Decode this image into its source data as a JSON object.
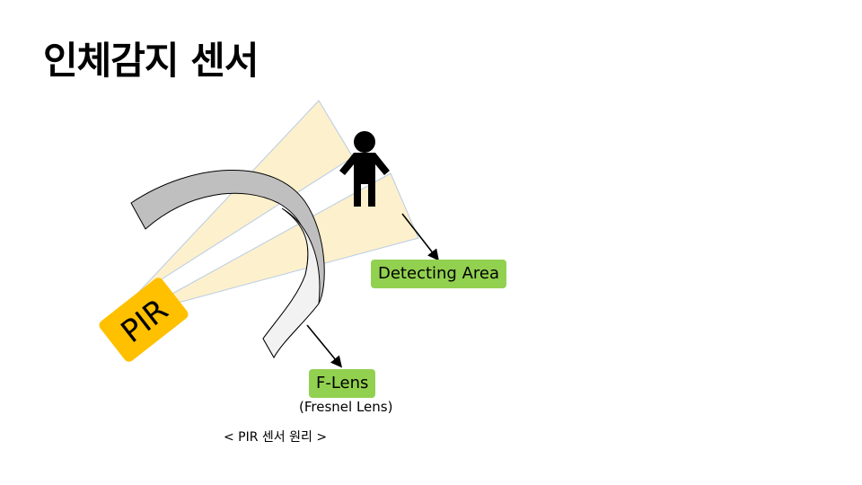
{
  "slide": {
    "title": "인체감지 센서",
    "caption": "< PIR 센서 원리 >"
  },
  "sensor": {
    "label": "PIR",
    "color": "#ffc000"
  },
  "lens": {
    "label": "F-Lens",
    "sublabel": "(Fresnel Lens)"
  },
  "area": {
    "label": "Detecting Area"
  },
  "colors": {
    "beam_fill": "#fdf0cc",
    "label_bg": "#92d050",
    "lens_fill_dark": "#bfbfbf",
    "lens_fill_light": "#f2f2f2",
    "person": "#000000"
  },
  "icons": {
    "person": "person-icon"
  }
}
